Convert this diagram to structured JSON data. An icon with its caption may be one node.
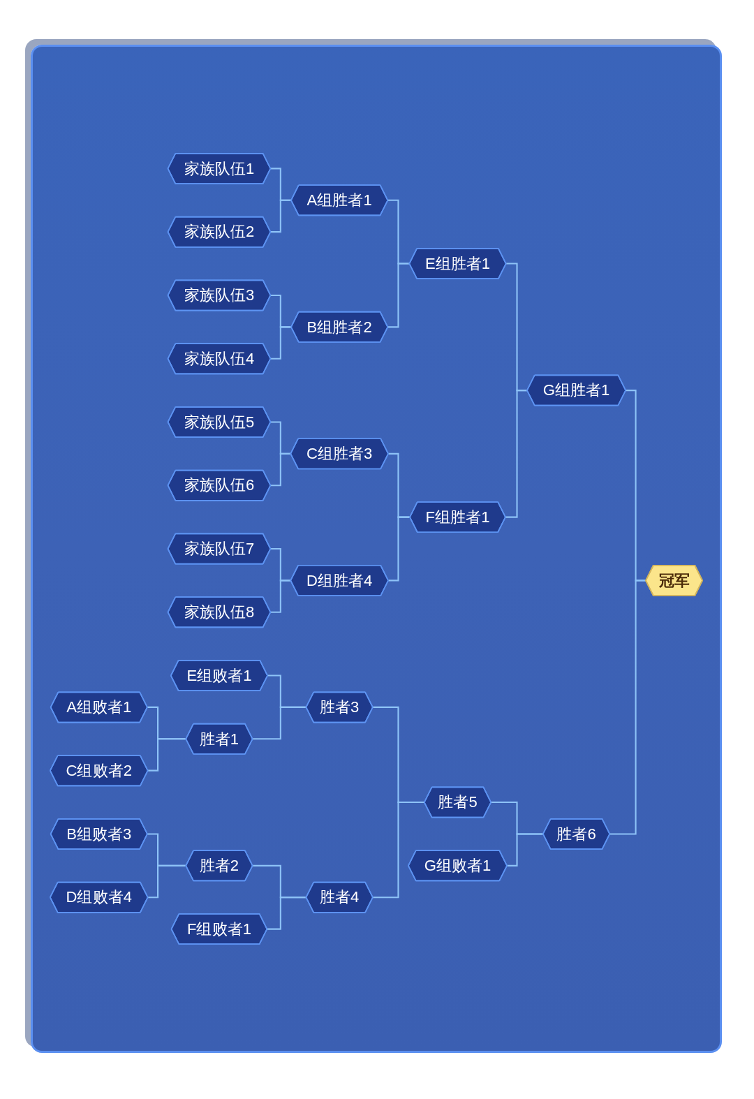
{
  "diagram": {
    "nodes": [
      {
        "text": [
          "家族队伍1"
        ]
      },
      {
        "text": [
          "A组胜者1"
        ]
      },
      {
        "text": [
          "家族队伍2"
        ]
      },
      {
        "text": [
          "E组胜者1"
        ]
      },
      {
        "text": [
          "家族队伍3"
        ]
      },
      {
        "text": [
          "B组胜者2"
        ]
      },
      {
        "text": [
          "家族队伍4"
        ]
      },
      {
        "text": [
          "G组胜者1"
        ]
      },
      {
        "text": [
          "家族队伍5"
        ]
      },
      {
        "text": [
          "C组胜者3"
        ]
      },
      {
        "text": [
          "家族队伍6"
        ]
      },
      {
        "text": [
          "F组胜者1"
        ]
      },
      {
        "text": [
          "家族队伍7"
        ]
      },
      {
        "text": [
          "D组胜者4"
        ]
      },
      {
        "text": [
          "家族队伍8"
        ]
      },
      {
        "text": [
          "冠军"
        ]
      },
      {
        "text": [
          "E组败者1"
        ]
      },
      {
        "text": [
          "A组败者1"
        ]
      },
      {
        "text": [
          "胜者3"
        ]
      },
      {
        "text": [
          "胜者1"
        ]
      },
      {
        "text": [
          "C组败者2"
        ]
      },
      {
        "text": [
          "胜者5"
        ]
      },
      {
        "text": [
          "B组败者3"
        ]
      },
      {
        "text": [
          "胜者2"
        ]
      },
      {
        "text": [
          "胜者6"
        ]
      },
      {
        "text": [
          "D组败者4"
        ]
      },
      {
        "text": [
          "胜者4"
        ]
      },
      {
        "text": [
          "F组败者1"
        ]
      },
      {
        "text": [
          "G组败者1"
        ]
      }
    ],
    "edges": [
      {
        "from": 0,
        "to": 1,
        "arrow": "none"
      },
      {
        "from": 2,
        "to": 1,
        "arrow": "none"
      },
      {
        "from": 1,
        "to": 3,
        "arrow": "none"
      },
      {
        "from": 4,
        "to": 5,
        "arrow": "none"
      },
      {
        "from": 6,
        "to": 5,
        "arrow": "none"
      },
      {
        "from": 5,
        "to": 3,
        "arrow": "none"
      },
      {
        "from": 3,
        "to": 7,
        "arrow": "none"
      },
      {
        "from": 8,
        "to": 9,
        "arrow": "none"
      },
      {
        "from": 10,
        "to": 9,
        "arrow": "none"
      },
      {
        "from": 9,
        "to": 11,
        "arrow": "none"
      },
      {
        "from": 12,
        "to": 13,
        "arrow": "none"
      },
      {
        "from": 14,
        "to": 13,
        "arrow": "none"
      },
      {
        "from": 13,
        "to": 11,
        "arrow": "none"
      },
      {
        "from": 11,
        "to": 7,
        "arrow": "none"
      },
      {
        "from": 7,
        "to": 15,
        "arrow": "none"
      },
      {
        "from": 16,
        "to": 18,
        "arrow": "none"
      },
      {
        "from": 17,
        "to": 19,
        "arrow": "none"
      },
      {
        "from": 20,
        "to": 19,
        "arrow": "none"
      },
      {
        "from": 19,
        "to": 18,
        "arrow": "none"
      },
      {
        "from": 18,
        "to": 21,
        "arrow": "none"
      },
      {
        "from": 22,
        "to": 23,
        "arrow": "none"
      },
      {
        "from": 25,
        "to": 23,
        "arrow": "none"
      },
      {
        "from": 23,
        "to": 26,
        "arrow": "none"
      },
      {
        "from": 27,
        "to": 26,
        "arrow": "none"
      },
      {
        "from": 26,
        "to": 21,
        "arrow": "none"
      },
      {
        "from": 21,
        "to": 24,
        "arrow": "none"
      },
      {
        "from": 28,
        "to": 24,
        "arrow": "none"
      },
      {
        "from": 24,
        "to": 15,
        "arrow": "none"
      }
    ]
  }
}
